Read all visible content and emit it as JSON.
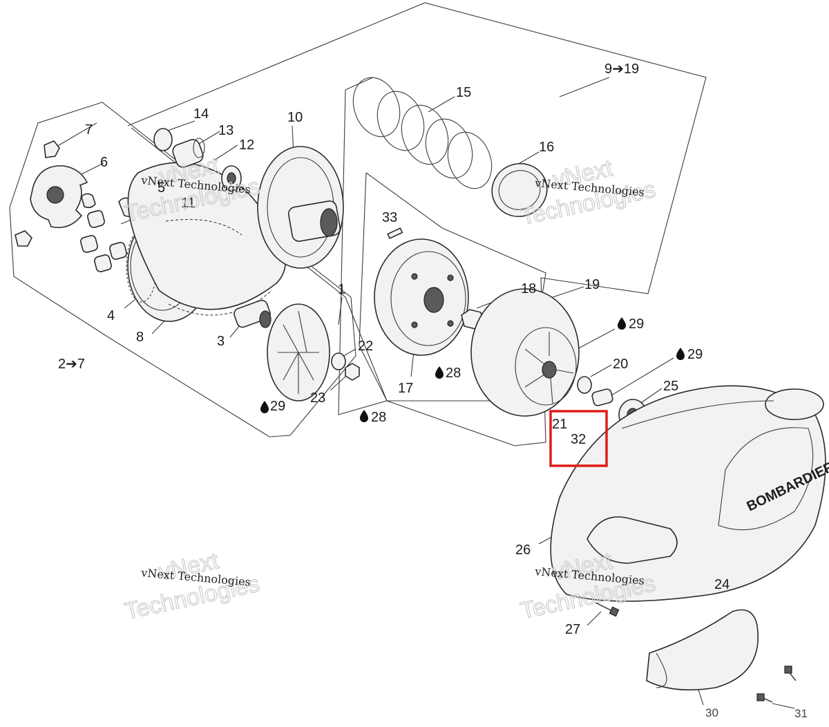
{
  "watermark": {
    "company": "vNext Technologies",
    "brand_top": "vNext",
    "brand_bottom": "Technologies"
  },
  "logo_text": "BOMBARDIER",
  "group_labels": {
    "g2to7": "2➔7",
    "g9to19": "9➔19"
  },
  "callouts": {
    "p1": "1",
    "p3": "3",
    "p4": "4",
    "p5": "5",
    "p6": "6",
    "p7": "7",
    "p8": "8",
    "p10": "10",
    "p11": "11",
    "p12": "12",
    "p13": "13",
    "p14": "14",
    "p15": "15",
    "p16": "16",
    "p17": "17",
    "p18": "18",
    "p19": "19",
    "p20": "20",
    "p21": "21",
    "p22": "22",
    "p23": "23",
    "p24": "24",
    "p25": "25",
    "p26": "26",
    "p27": "27",
    "p28a": "28",
    "p28b": "28",
    "p29a": "29",
    "p29b": "29",
    "p29c": "29",
    "p30": "30",
    "p31": "31",
    "p32": "32",
    "p33": "33"
  },
  "highlight": {
    "label": "32",
    "color": "#e01b1b"
  }
}
